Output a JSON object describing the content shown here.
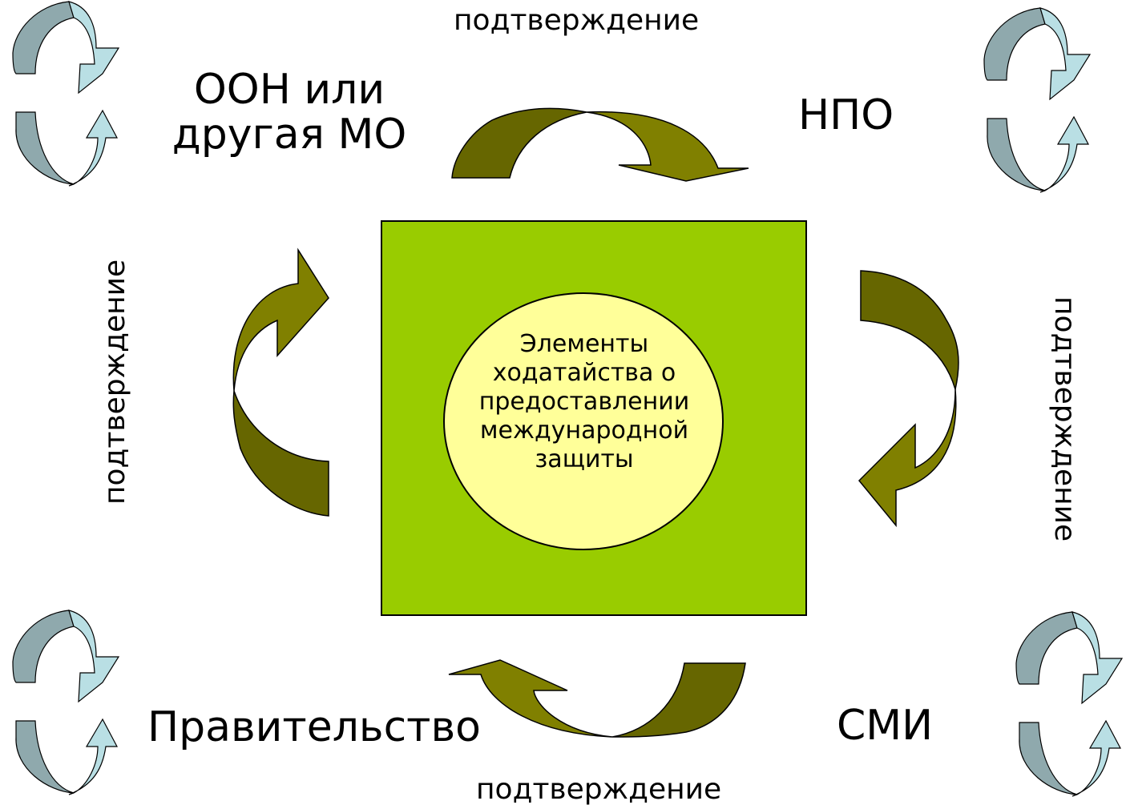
{
  "nodes": {
    "top_left": "ООН или\nдругая МО",
    "top_right": "НПО",
    "bottom_left": "Правительство",
    "bottom_right": "СМИ"
  },
  "center": {
    "text": "Элементы ходатайства о предоставлении международной защиты"
  },
  "edges": {
    "top": "подтверждение",
    "bottom": "подтверждение",
    "left": "подтверждение",
    "right": "подтверждение"
  },
  "colors": {
    "square_fill": "#99cc00",
    "ellipse_fill": "#ffff99",
    "curved_arrow_dark": "#666600",
    "curved_arrow_light": "#808000",
    "cycle_arrow_dark": "#8fa9ad",
    "cycle_arrow_light": "#b9dfe4"
  }
}
